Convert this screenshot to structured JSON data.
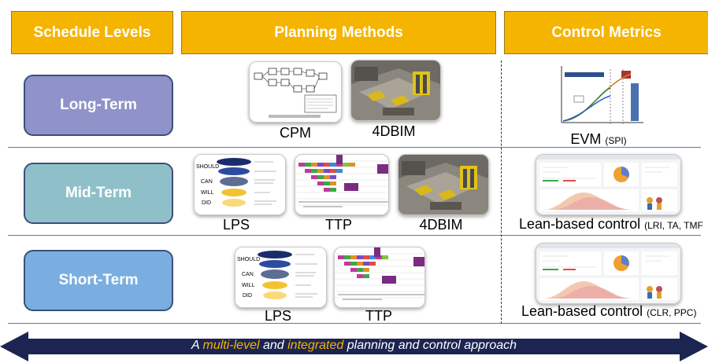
{
  "headers": {
    "schedule_levels": "Schedule Levels",
    "planning_methods": "Planning Methods",
    "control_metrics": "Control Metrics"
  },
  "levels": {
    "long_term": "Long-Term",
    "mid_term": "Mid-Term",
    "short_term": "Short-Term"
  },
  "methods": {
    "cpm": "CPM",
    "bim_long": "4DBIM",
    "lps_mid": "LPS",
    "ttp_mid": "TTP",
    "bim_mid": "4DBIM",
    "lps_short": "LPS",
    "ttp_short": "TTP"
  },
  "metrics": {
    "evm_main": "EVM",
    "evm_sub": "(SPI)",
    "lean_mid_main": "Lean-based control",
    "lean_mid_sub": "(LRI, TA, TMF",
    "lean_short_main": "Lean-based control",
    "lean_short_sub": "(CLR, PPC)"
  },
  "lps_figure": {
    "should": "SHOULD",
    "can": "CAN",
    "will": "WILL",
    "did": "DID"
  },
  "footer": {
    "prefix": "A ",
    "h1": "multi-level",
    "mid": " and ",
    "h2": "integrated",
    "suffix": " planning and control approach"
  },
  "colors": {
    "header": "#f5b400",
    "long_term": "#8f93c9",
    "mid_term": "#8fc0c9",
    "short_term": "#7aaee0",
    "arrow": "#1c2451"
  }
}
